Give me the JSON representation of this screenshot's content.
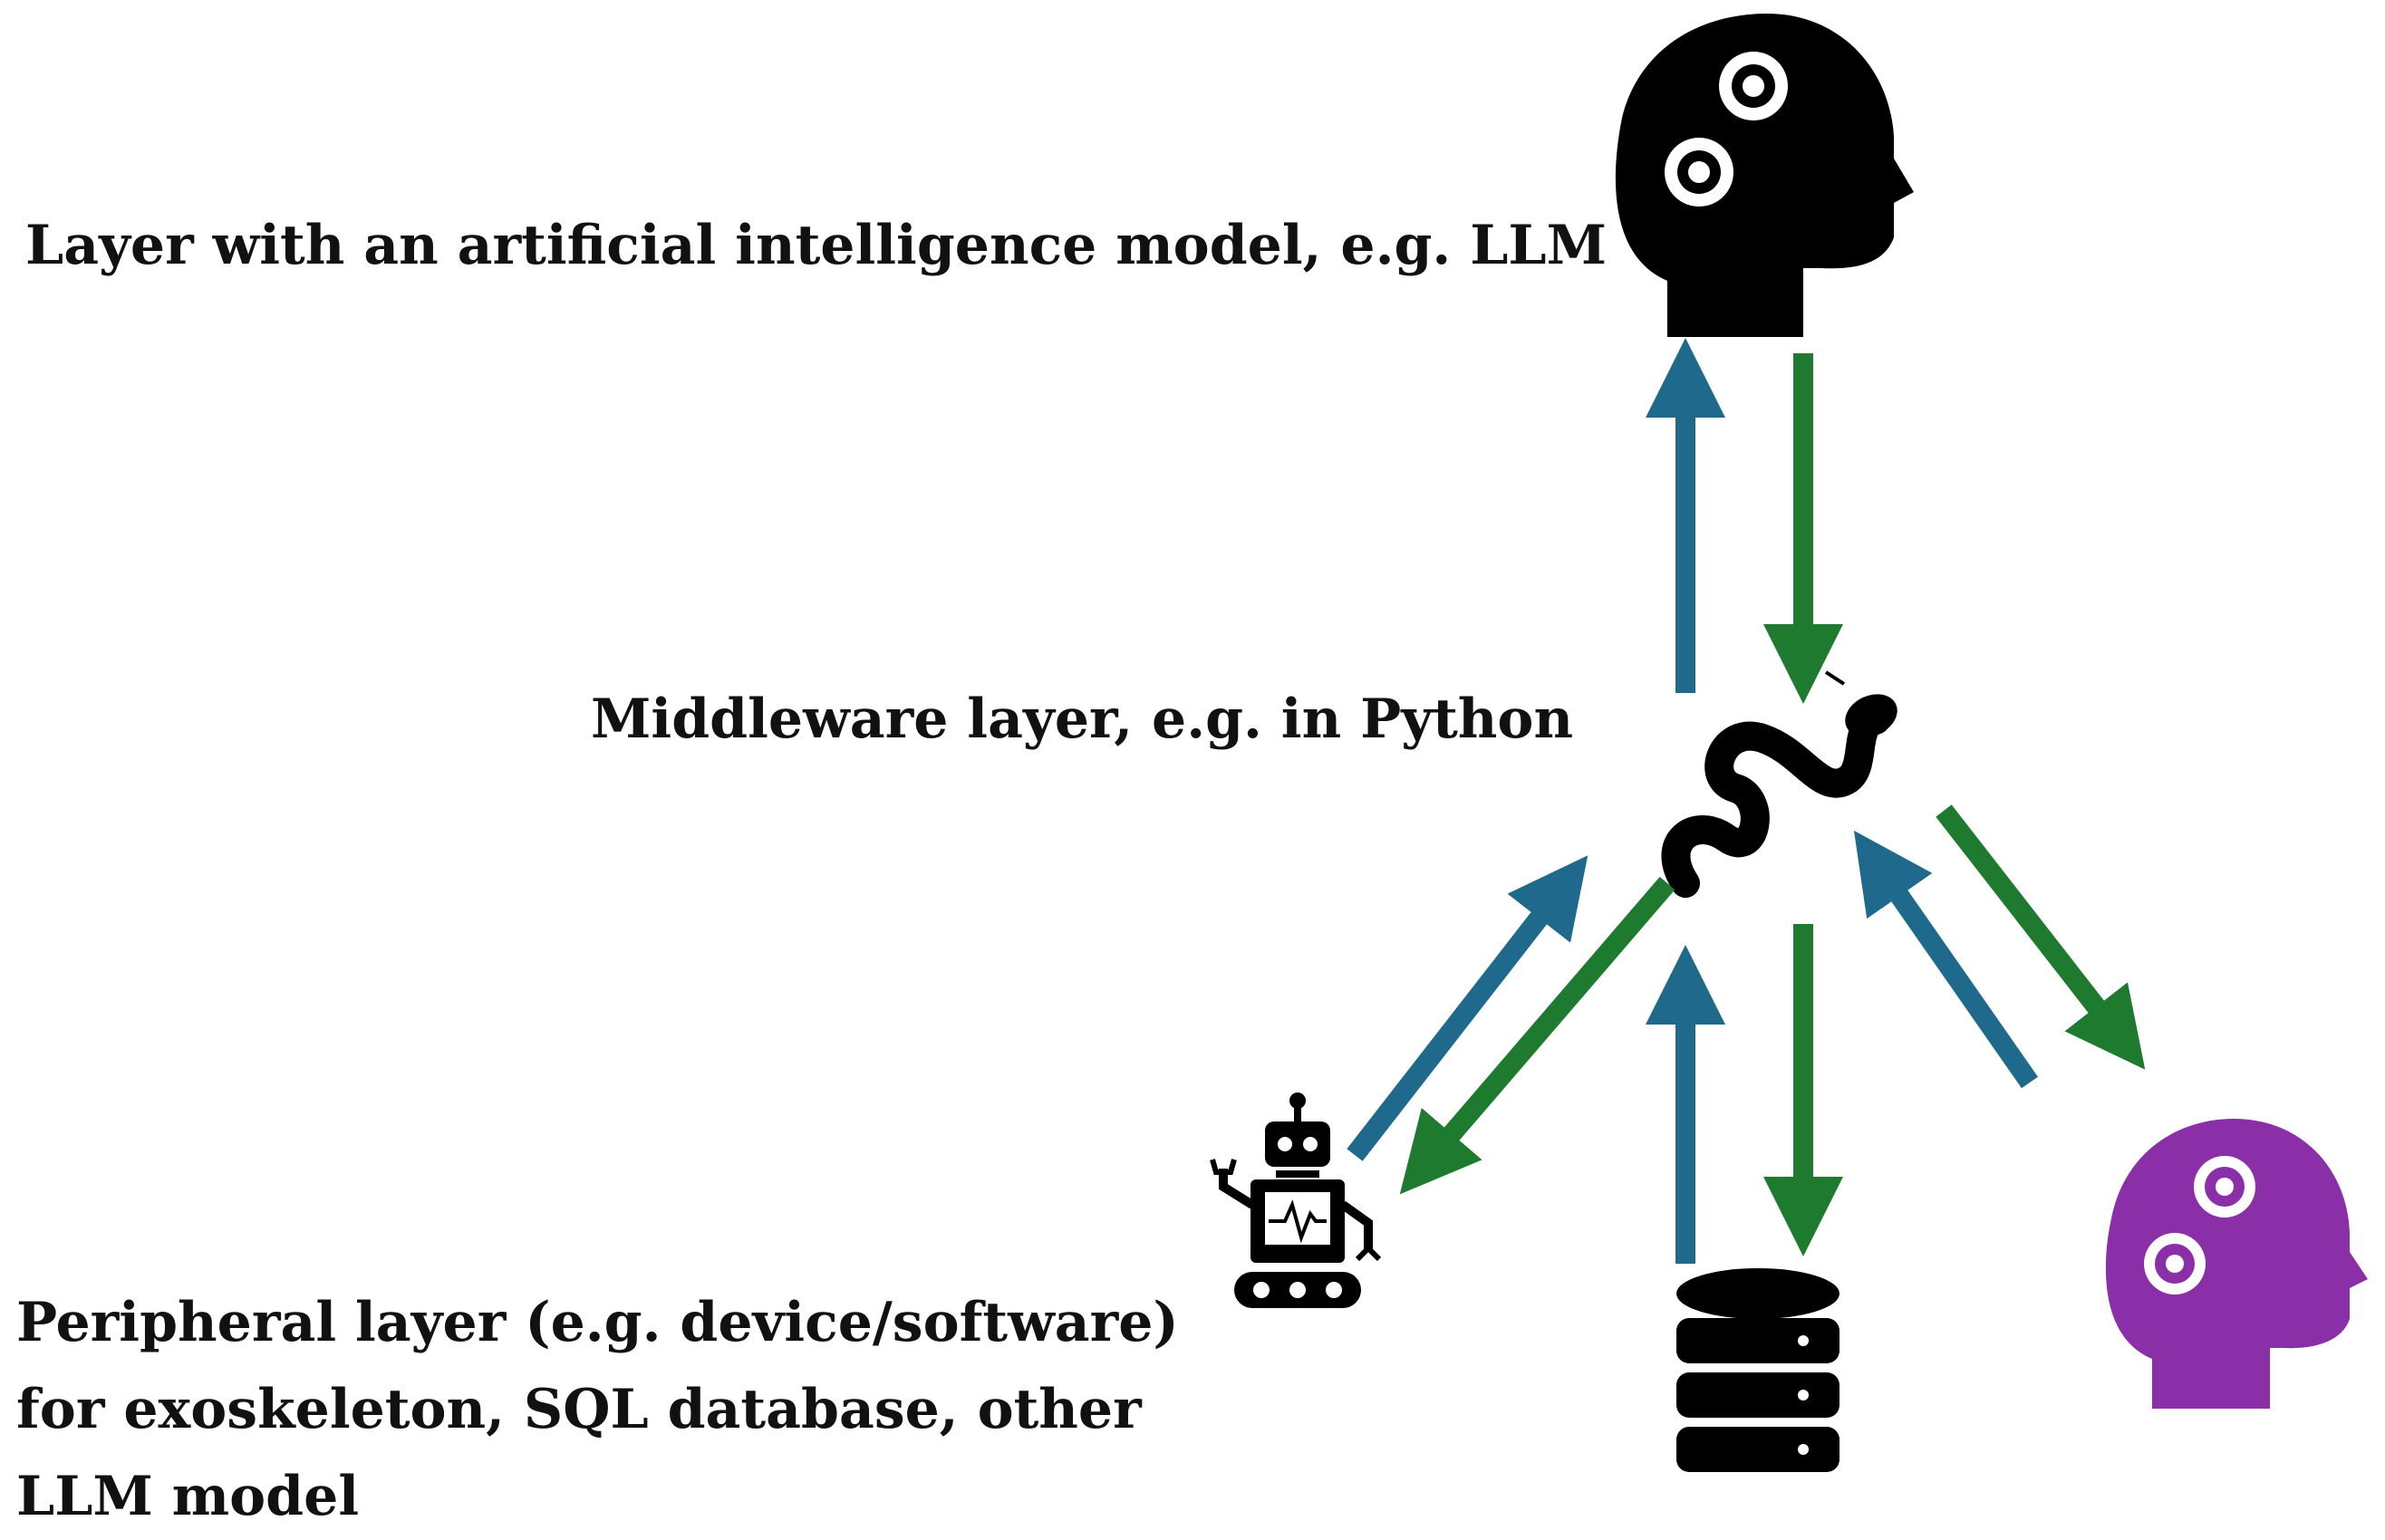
{
  "diagram": {
    "layers": {
      "ai": {
        "label": "Layer with an artificial intelligence model, e.g. LLM",
        "icon": "head-with-gears-icon"
      },
      "middleware": {
        "label": "Middleware layer, e.g. in Python",
        "icon": "python-snake-icon"
      },
      "peripheral": {
        "label_lines": [
          "Peripheral layer (e.g. device/software)",
          "for exoskeleton, SQL database, other",
          "LLM model"
        ],
        "icons": [
          "robot-icon",
          "database-icon",
          "purple-head-with-gears-icon"
        ]
      }
    },
    "colors": {
      "upstream_arrow": "#1f6a8c",
      "downstream_arrow": "#1e7a2e",
      "icon_black": "#000000",
      "purple_head": "#8b2fa8"
    }
  }
}
